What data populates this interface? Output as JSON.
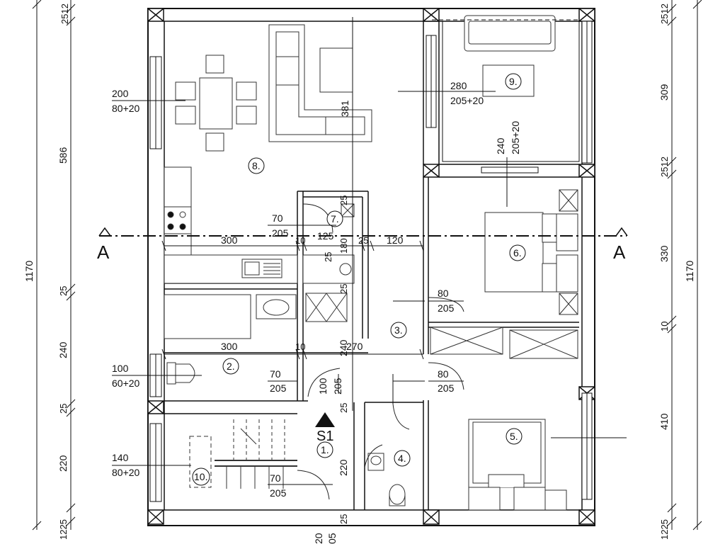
{
  "section": {
    "label_left": "A",
    "label_right": "A",
    "marker": "S1"
  },
  "rooms": {
    "r1": "1.",
    "r2": "2.",
    "r3": "3.",
    "r4": "4.",
    "r5": "5.",
    "r6": "6.",
    "r7": "7.",
    "r8": "8.",
    "r9": "9.",
    "r10": "10."
  },
  "openings": {
    "w8_w": "200",
    "w8_h": "80+20",
    "w2_w": "100",
    "w2_h": "60+20",
    "w10_w": "140",
    "w10_h": "80+20",
    "w9_w": "280",
    "w9_h": "205+20",
    "w9b_w": "240",
    "w9b_h": "205+20",
    "d7_w": "70",
    "d7_h": "205",
    "d6_w": "80",
    "d6_h": "205",
    "d2_w": "70",
    "d2_h": "205",
    "d5_w": "80",
    "d5_h": "205",
    "d1_w": "70",
    "d1_h": "205",
    "d1b_w": "100",
    "d1b_h": "205",
    "d4_w": "220",
    "d4_h": "05",
    "d4b_w": "20"
  },
  "dims": {
    "h381": "381",
    "h300a": "300",
    "h10a": "10",
    "h125": "125",
    "h180": "180",
    "h25a": "25",
    "h120": "120",
    "h300b": "300",
    "h10b": "10",
    "h240": "240",
    "h270": "270",
    "h25b": "25",
    "h25c": "25",
    "h25d": "25",
    "h25e": "25",
    "h25f": "25"
  },
  "left_dims": {
    "total": "1170",
    "top": "2512",
    "d586": "586",
    "d25a": "25",
    "d240": "240",
    "d25b": "25",
    "d220": "220",
    "d1225": "1225"
  },
  "right_dims": {
    "total": "1170",
    "top": "2512",
    "d309": "309",
    "d2512": "2512",
    "d330": "330",
    "d10": "10",
    "d410": "410",
    "d1225": "1225"
  }
}
